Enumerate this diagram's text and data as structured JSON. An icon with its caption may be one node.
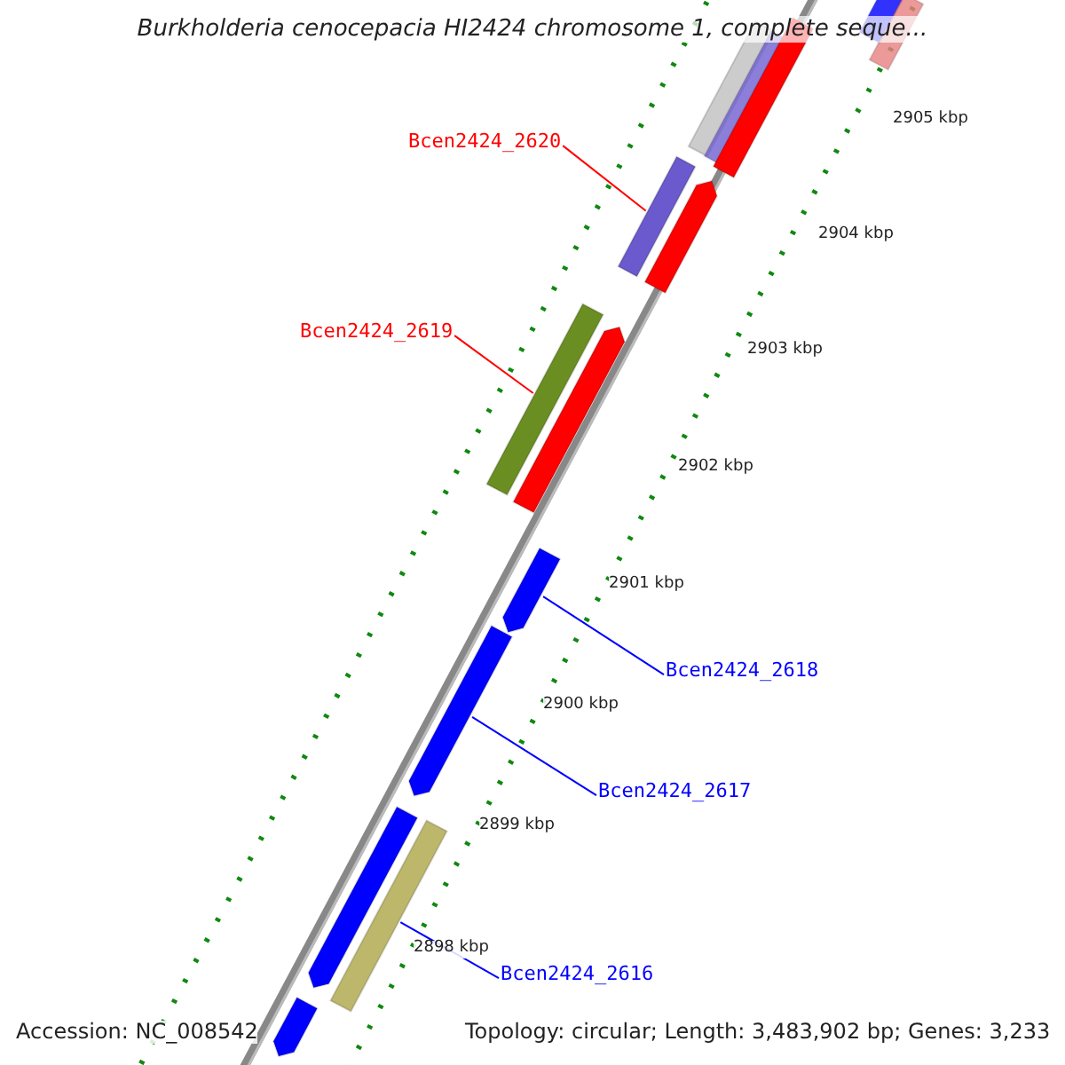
{
  "diagram": {
    "title": "Burkholderia cenocepacia HI2424 chromosome 1, complete seque...",
    "nodes": [
      {
        "text": [
          "Bcen2424_2620"
        ]
      },
      {
        "text": [],
        "shape": "bar"
      },
      {
        "text": [
          "Bcen2424_2619"
        ]
      },
      {
        "text": [],
        "shape": "bar"
      },
      {
        "text": [
          "Bcen2424_2618"
        ]
      },
      {
        "text": [],
        "shape": "bar"
      },
      {
        "text": [
          "Bcen2424_2617"
        ]
      },
      {
        "text": [],
        "shape": "bar"
      },
      {
        "text": [
          "Bcen2424_2616"
        ]
      },
      {
        "text": [],
        "shape": "bar"
      }
    ],
    "edges": [
      {
        "from": 0,
        "to": 1,
        "arrow": "none",
        "color": "#ff0000"
      },
      {
        "from": 2,
        "to": 3,
        "arrow": "none",
        "color": "#ff0000"
      },
      {
        "from": 4,
        "to": 5,
        "arrow": "none"
      },
      {
        "from": 6,
        "to": 7,
        "arrow": "none"
      },
      {
        "from": 8,
        "to": 9,
        "arrow": "none"
      }
    ],
    "labels": [
      "2905 kbp",
      "2904 kbp",
      "2903 kbp",
      "2902 kbp",
      "2901 kbp",
      "2900 kbp",
      "2899 kbp",
      "2898 kbp",
      "Accession: NC_008542",
      "Topology: circular; Length: 3,483,902 bp; Genes: 3,233"
    ]
  }
}
